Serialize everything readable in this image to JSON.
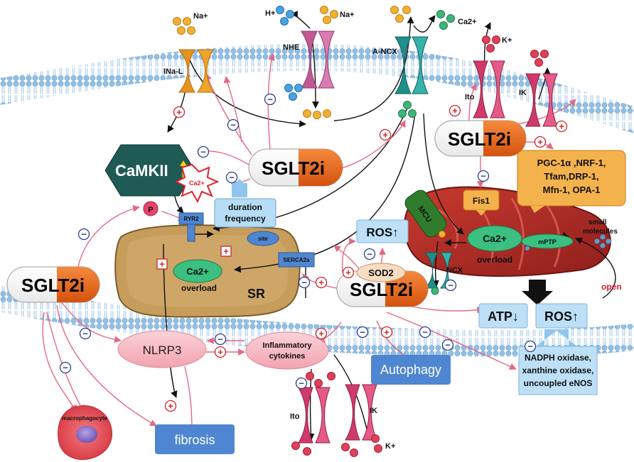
{
  "ions": {
    "na_top": "Na+",
    "h_plus": "H+",
    "na_nhe": "Na+",
    "ca_top": "Ca2+",
    "k_top": "K+",
    "k_bottom": "K+"
  },
  "channels": {
    "ina_l": "INa-L",
    "nhe": "NHE",
    "a_ncx": "A-NCX",
    "ito_top": "Ito",
    "ik_top": "IK",
    "ito_bottom": "Ito",
    "ik_bottom": "IK",
    "ncx_mito": "NCX"
  },
  "drug": {
    "sglt2i": "SGLT2i"
  },
  "camkii": "CaMKII",
  "ca_burst": "Ca2+",
  "duration": {
    "line1": "duration",
    "line2": "frequency"
  },
  "phospho": "P",
  "ryr2": "RYR2",
  "site": "site",
  "serca": "SERCA2a",
  "sr": {
    "ca": "Ca2+",
    "overload": "overload",
    "label": "SR"
  },
  "mito": {
    "mcu": "MCU",
    "ca": "Ca2+",
    "overload": "overload",
    "mptp": "mPTP"
  },
  "fis1": "Fis1",
  "pgc": {
    "line1": "PGC-1α ,NRF-1,",
    "line2": "Tfam,DRP-1,",
    "line3": "Mfn-1, OPA-1"
  },
  "ros_top": "ROS↑",
  "sod2": "SOD2",
  "small_molecules": {
    "line1": "small",
    "line2": "molecules"
  },
  "open": "open",
  "atp": "ATP↓",
  "ros_right": "ROS↑",
  "oxidase": {
    "line1": "NADPH oxidase,",
    "line2": "xanthine oxidase,",
    "line3": "uncoupled eNOS"
  },
  "nlrp3": "NLRP3",
  "inflammatory": {
    "line1": "Inflammatory",
    "line2": "cytokines"
  },
  "autophagy": "Autophagy",
  "fibrosis": "fibrosis",
  "macrophagocyte": "macrophagocyte",
  "signs": {
    "plus": "+",
    "minus": "−"
  },
  "colors": {
    "membrane_blue": "#6fa7d6",
    "sglt2i_orange": "#e8661c",
    "camkii_green": "#1f5a55",
    "sr_tan": "#c9a46a",
    "mito_red": "#b3322b",
    "box_blue": "#4f86d1",
    "arrow_pink": "#e8788e",
    "na_orange": "#f2b133",
    "h_blue": "#4aa3e0",
    "ca_green": "#3db678",
    "k_red": "#e0405a"
  }
}
